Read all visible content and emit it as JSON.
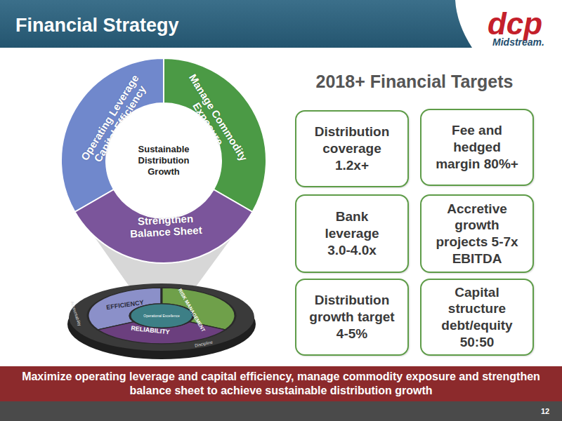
{
  "diagram": {
    "title": "Financial Strategy",
    "caption": "Maximize operating leverage and capital efficiency, manage commodity exposure and strengthen balance sheet to achieve sustainable distribution growth",
    "nodes": [
      {
        "text": [
          "Operating Leverage Capital Efficiency"
        ]
      },
      {
        "text": [
          "Manage Commodity Exposure"
        ]
      },
      {
        "text": [
          "Strengthen Balance Sheet"
        ]
      },
      {
        "text": [
          "Sustainable Distribution Growth"
        ]
      },
      {
        "text": [
          "Distribution coverage 1.2x+"
        ]
      },
      {
        "text": [
          "Fee and hedged margin 80%+"
        ]
      },
      {
        "text": [
          "Bank leverage 3.0-4.0x"
        ]
      },
      {
        "text": [
          "Accretive growth projects 5-7x EBITDA"
        ]
      },
      {
        "text": [
          "Distribution growth target 4-5%"
        ]
      },
      {
        "text": [
          "Capital structure debt/equity 50:50"
        ]
      }
    ],
    "labels": [
      "dcp",
      "Midstream.",
      "2018+ Financial Targets",
      "EFFICIENCY",
      "RISK MANAGEMENT",
      "RELIABILITY",
      "Operational Excellence",
      "Accountability",
      "Discipline",
      "12"
    ]
  }
}
